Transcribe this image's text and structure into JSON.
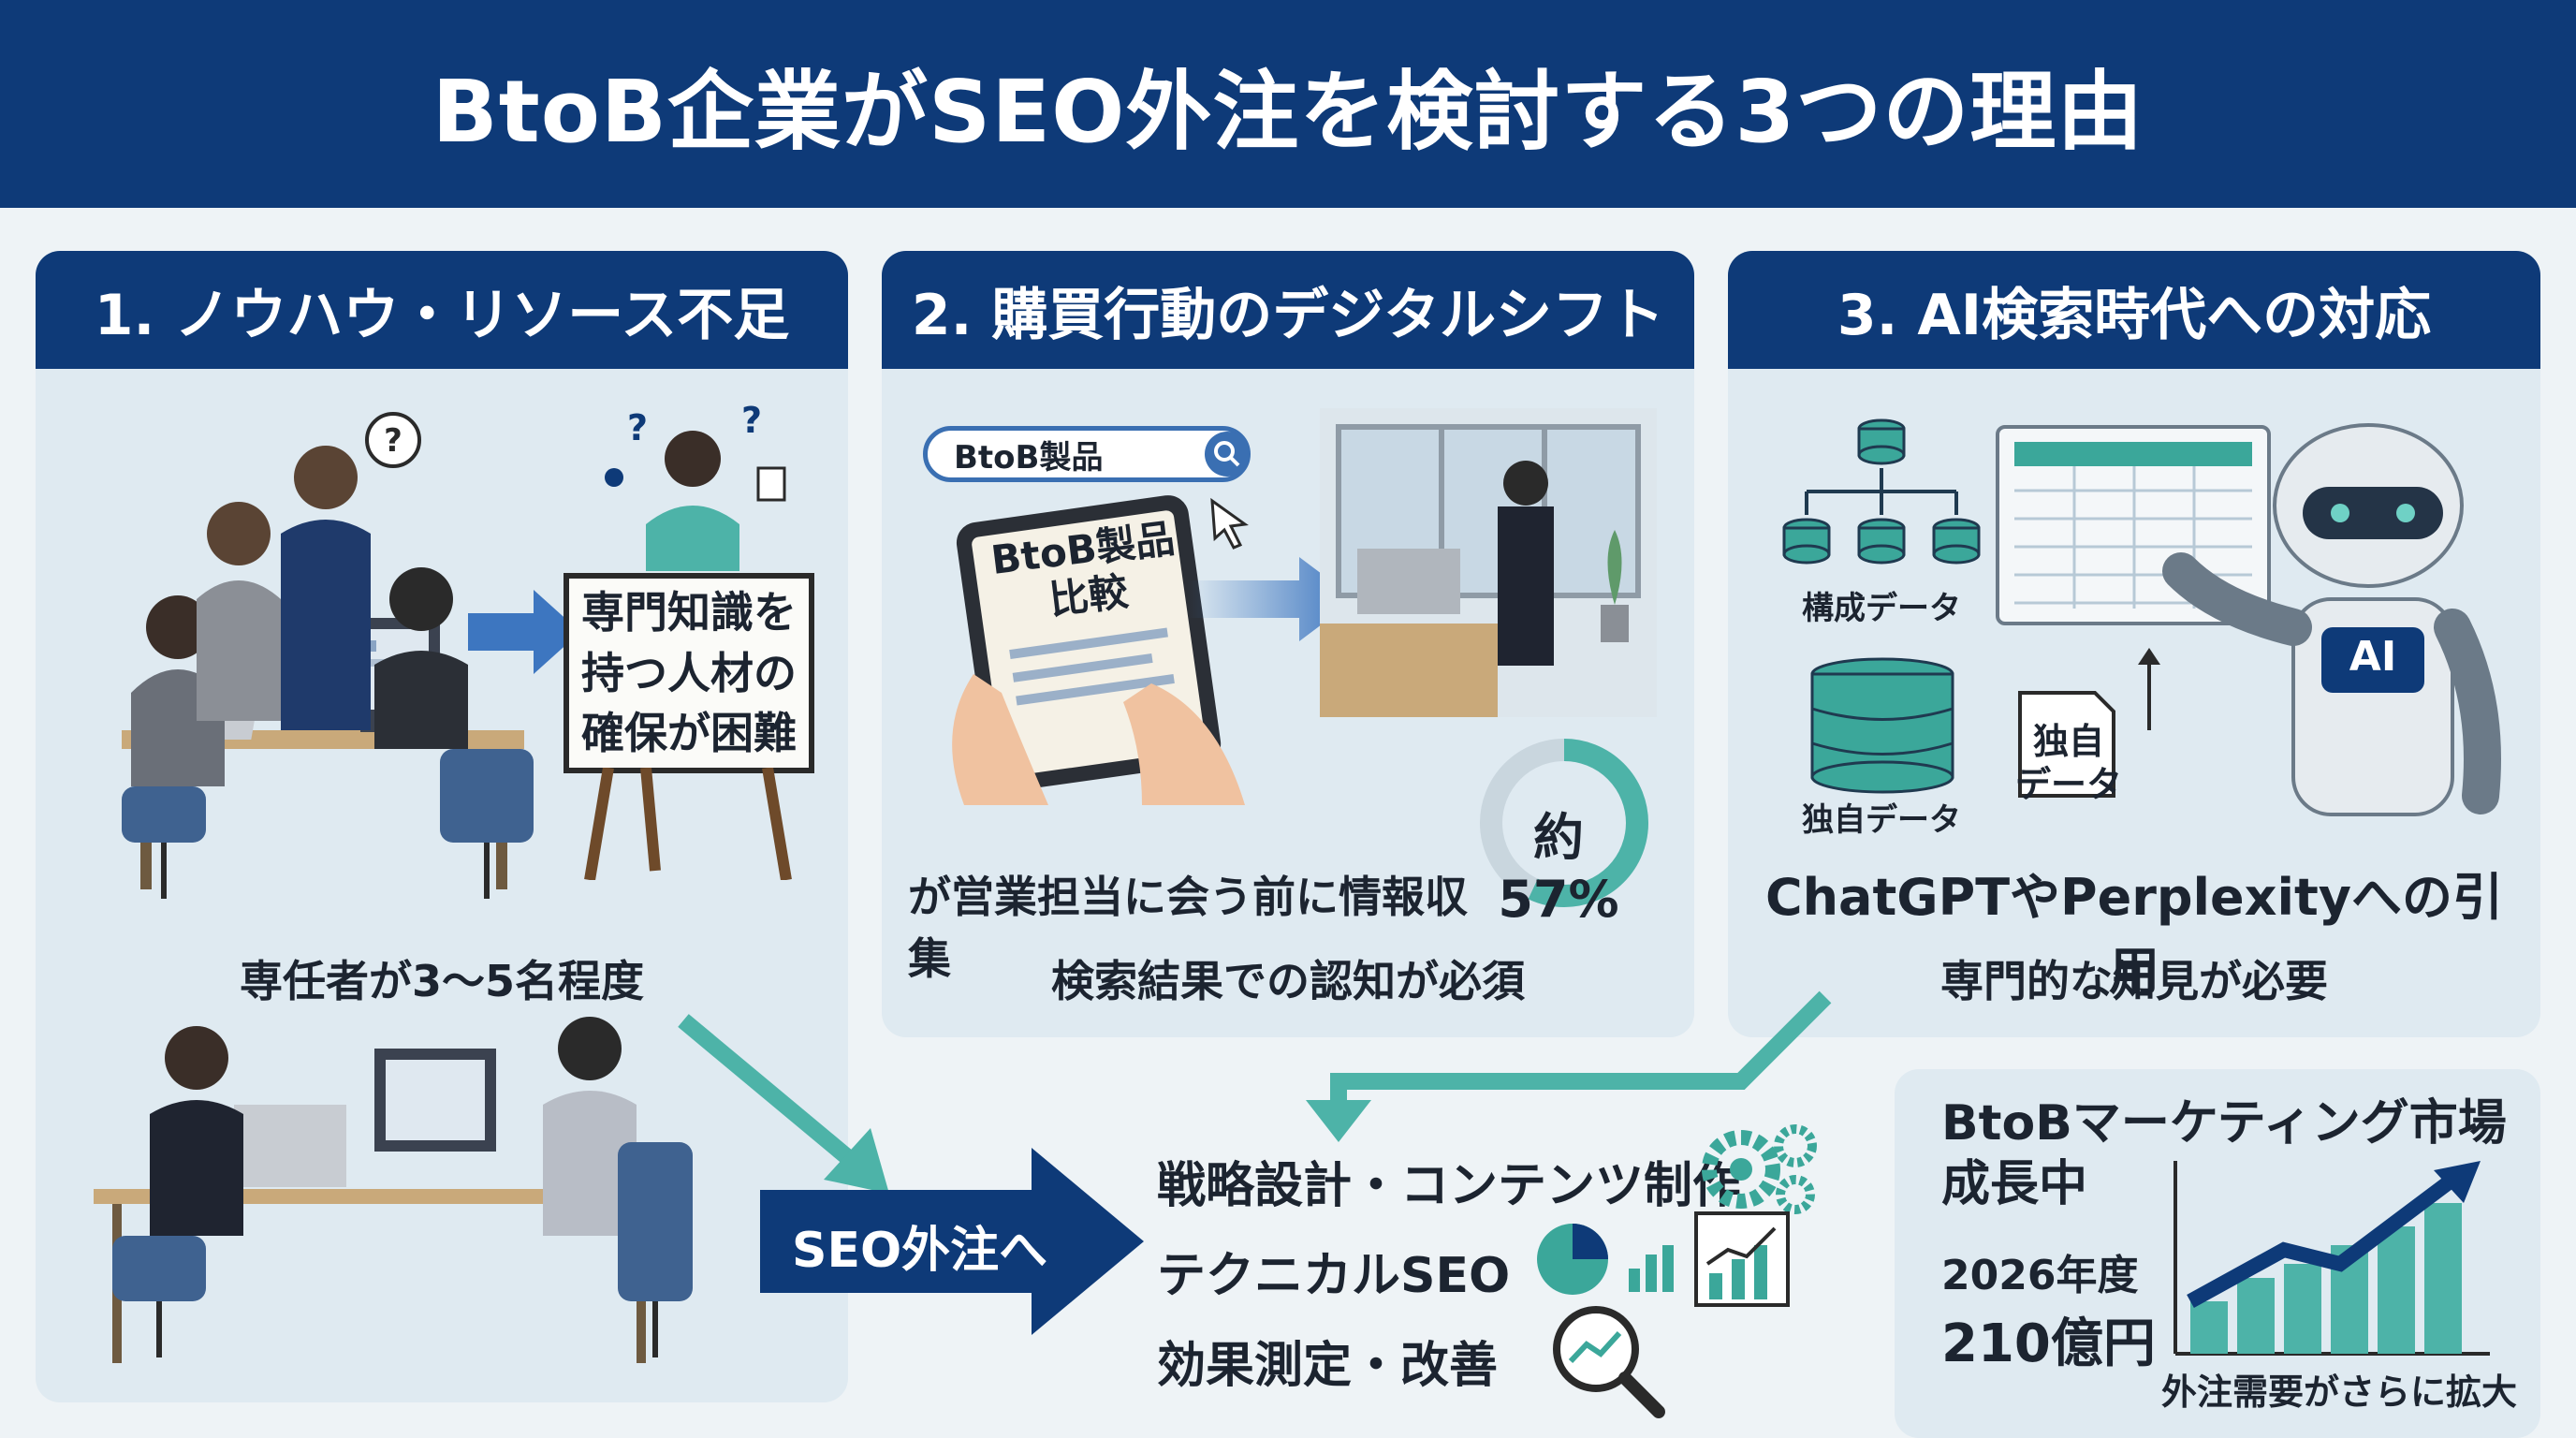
{
  "title": "BtoB企業がSEO外注を検討する3つの理由",
  "panels": [
    {
      "header": "1. ノウハウ・リソース不足",
      "sign_text": "専門知識を\n持つ人材の\n確保が困難",
      "caption": "専任者が3〜5名程度"
    },
    {
      "header": "2. 購買行動のデジタルシフト",
      "search_text": "BtoB製品",
      "tablet_text": "BtoB製品\n比較",
      "stat": "約57%",
      "stat_caption": "が営業担当に会う前に情報収集",
      "caption": "検索結果での認知が必須",
      "stat_fraction": 0.57
    },
    {
      "header": "3. AI検索時代への対応",
      "label_structured": "構成データ",
      "label_own_data": "独自データ",
      "label_own_data2": "独自\nデータ",
      "robot_badge": "AI",
      "big_caption": "ChatGPTやPerplexityへの引用",
      "caption": "専門的な知見が必要"
    }
  ],
  "cta": {
    "label": "SEO外注へ"
  },
  "services": [
    "戦略設計・コンテンツ制作",
    "テクニカルSEO",
    "効果測定・改善"
  ],
  "market": {
    "title_line1": "BtoBマーケティング市場",
    "title_line2": "成長中",
    "year": "2026年度",
    "amount": "210億円",
    "caption": "外注需要がさらに拡大"
  },
  "colors": {
    "navy": "#0e3a78",
    "teal": "#4db3a8",
    "panel_bg": "#dfeaf1",
    "page_bg": "#eef3f6"
  }
}
